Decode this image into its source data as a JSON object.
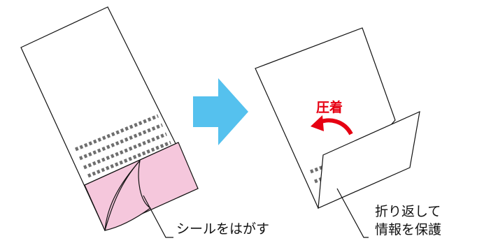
{
  "labels": {
    "peel_seal": "シールをはがす",
    "pressure_seal": "圧着",
    "fold_line1": "折り返して",
    "fold_line2": "情報を保護"
  },
  "colors": {
    "outline": "#111111",
    "pink": "#F5C7DC",
    "arrow_blue": "#55C1EE",
    "arrow_red": "#E60012",
    "perforation": "#6e6e6e"
  },
  "icons": {
    "step_arrow": "right-arrow-icon",
    "curved_arrow": "curved-arrow-icon"
  }
}
